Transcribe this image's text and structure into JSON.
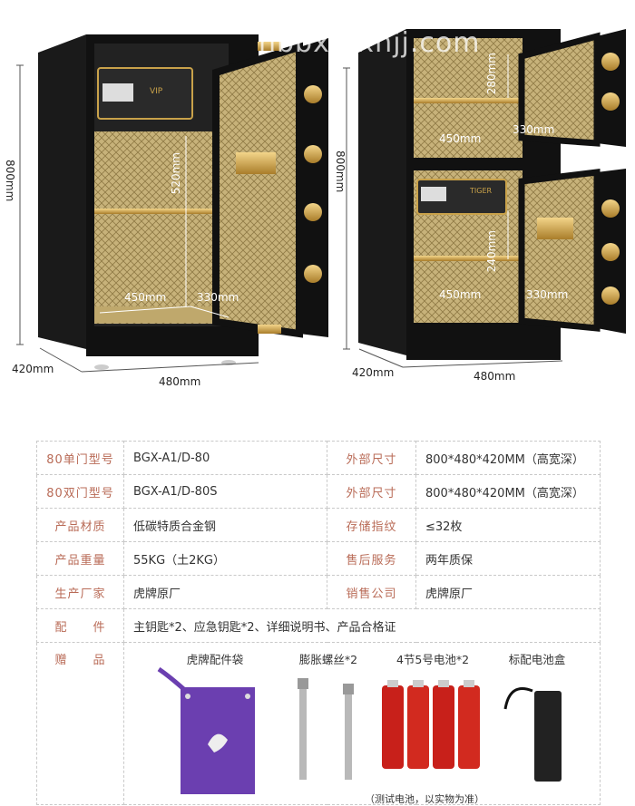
{
  "watermark": "hbbxg.xhjj.com",
  "safe_left": {
    "height": "800mm",
    "depth": "420mm",
    "width": "480mm",
    "inner_height": "520mm",
    "inner_width": "450mm",
    "inner_depth": "330mm"
  },
  "safe_right": {
    "height": "800mm",
    "depth": "420mm",
    "width": "480mm",
    "upper_height": "280mm",
    "upper_width": "450mm",
    "upper_depth": "330mm",
    "lower_height": "240mm",
    "lower_width": "450mm",
    "lower_depth": "330mm"
  },
  "panel_text": {
    "vip": "VIP",
    "tiger": "TIGER"
  },
  "specs": [
    {
      "l1": "80单门型号",
      "v1": "BGX-A1/D-80",
      "l2": "外部尺寸",
      "v2": "800*480*420MM（高宽深）"
    },
    {
      "l1": "80双门型号",
      "v1": "BGX-A1/D-80S",
      "l2": "外部尺寸",
      "v2": "800*480*420MM（高宽深）"
    },
    {
      "l1": "产品材质",
      "v1": "低碳特质合金钢",
      "l2": "存储指纹",
      "v2": "≤32枚"
    },
    {
      "l1": "产品重量",
      "v1": "55KG（土2KG）",
      "l2": "售后服务",
      "v2": "两年质保"
    },
    {
      "l1": "生产厂家",
      "v1": "虎牌原厂",
      "l2": "销售公司",
      "v2": "虎牌原厂"
    }
  ],
  "accessories": {
    "label": "配　　件",
    "value": "主钥匙*2、应急钥匙*2、详细说明书、产品合格证"
  },
  "gifts": {
    "label": "赠　　品",
    "items": [
      "虎牌配件袋",
      "膨胀螺丝*2",
      "4节5号电池*2",
      "标配电池盒"
    ],
    "note": "（测试电池，以实物为准）"
  },
  "colors": {
    "label": "#b96b57",
    "gold": "#c9a24a",
    "body": "#111111"
  }
}
